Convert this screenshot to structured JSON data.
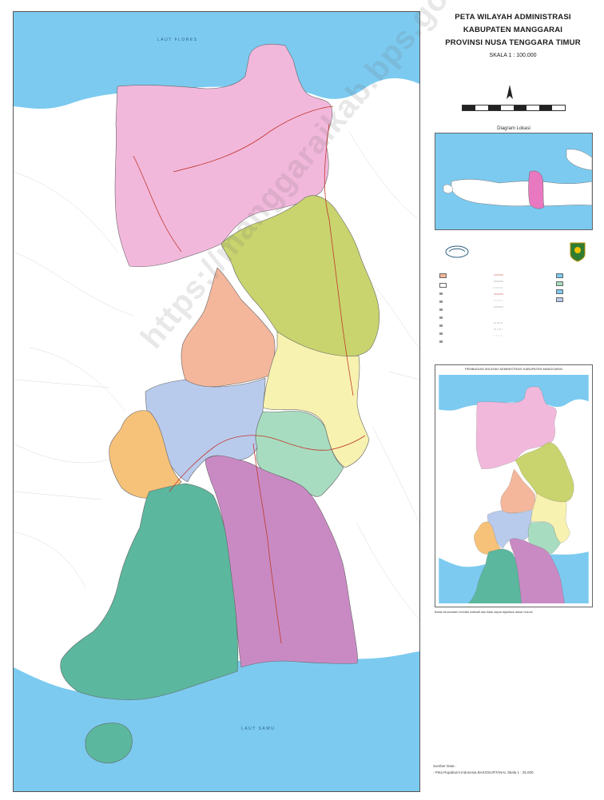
{
  "title": {
    "line1": "PETA WILAYAH ADMINISTRASI",
    "line2": "KABUPATEN MANGGARAI",
    "line3": "PROVINSI NUSA TENGGARA TIMUR",
    "scale": "SKALA 1 : 100.000"
  },
  "inset_location": {
    "caption": "Diagram Lokasi"
  },
  "inset_districts": {
    "caption": "PEMBAGIAN WILAYAH ADMINISTRASI KABUPATEN MANGGARAI",
    "footnote": "Batas kecamatan bersifat indikatif dan tidak dapat dijadikan dasar hukum"
  },
  "sea_labels": {
    "north": "LAUT FLORES",
    "south": "LAUT SAWU"
  },
  "watermark": "https://manggaraikab.bps.go.id",
  "source": {
    "label": "Sumber Data :",
    "text": "- Peta Rupabumi Indonesia BAKOSURTANAL Skala 1 : 25.000"
  },
  "colors": {
    "sea": "#7ccaf0",
    "land": "#ffffff",
    "district_pink": "#f2b8dc",
    "district_olive": "#c9d46e",
    "district_salmon": "#f4b79c",
    "district_yellow": "#f8f2b0",
    "district_blue": "#b9cbec",
    "district_mint": "#a8dcc0",
    "district_orange": "#f6c27a",
    "district_teal": "#5bb79e",
    "district_purple": "#c98ac4",
    "roads": "#c0392b"
  },
  "icons": {
    "north_arrow": "north-arrow-icon",
    "logo_bps": "bps-logo-icon",
    "logo_kabupaten": "kabupaten-emblem-icon"
  }
}
